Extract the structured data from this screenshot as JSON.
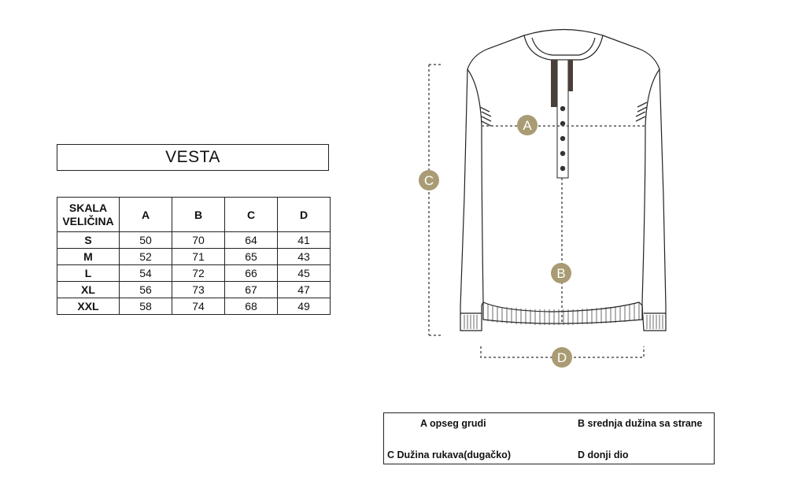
{
  "title": "VESTA",
  "table": {
    "header_scale_line1": "SKALA",
    "header_scale_line2": "VELIČINA",
    "columns": [
      "A",
      "B",
      "C",
      "D"
    ],
    "rows": [
      {
        "size": "S",
        "values": [
          "50",
          "70",
          "64",
          "41"
        ]
      },
      {
        "size": "M",
        "values": [
          "52",
          "71",
          "65",
          "43"
        ]
      },
      {
        "size": "L",
        "values": [
          "54",
          "72",
          "66",
          "45"
        ]
      },
      {
        "size": "XL",
        "values": [
          "56",
          "73",
          "67",
          "47"
        ]
      },
      {
        "size": "XXL",
        "values": [
          "58",
          "74",
          "68",
          "49"
        ]
      }
    ]
  },
  "markers": {
    "a": "A",
    "b": "B",
    "c": "C",
    "d": "D"
  },
  "legend": {
    "a": "A opseg grudi",
    "b": "B srednja dužina sa strane",
    "c": "C Dužina rukava(dugačko)",
    "d": "D donji dio"
  },
  "colors": {
    "marker_fill": "#a99b73",
    "line": "#222222",
    "dash": "#555555",
    "placket_dark": "#4a3f38"
  }
}
